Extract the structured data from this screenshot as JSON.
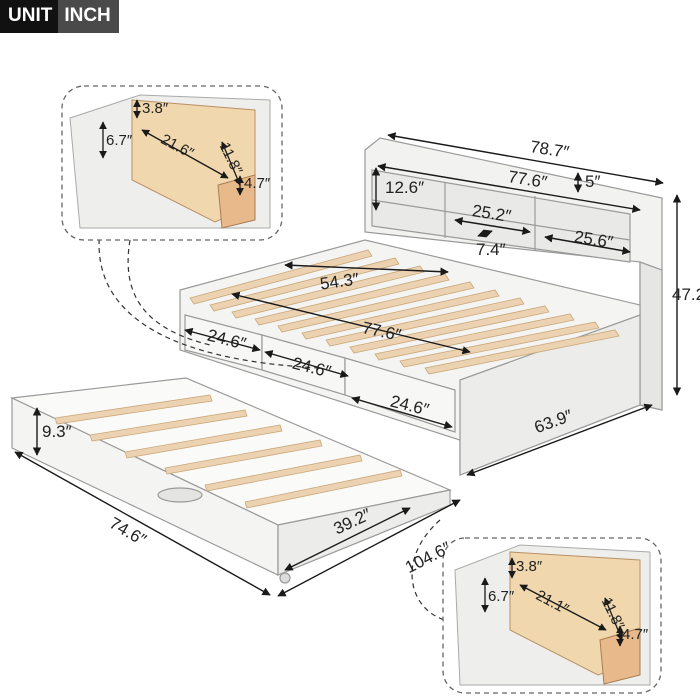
{
  "unit_badge": {
    "unit": "UNIT",
    "inch": "INCH"
  },
  "dimensions": {
    "headboard_width": "78.7″",
    "shelf_inner_width": "77.6″",
    "shelf_depth": "5″",
    "shelf_height": "12.6″",
    "middle_shelf_width": "25.2″",
    "middle_shelf_gap": "7.4″",
    "right_shelf_width": "25.6″",
    "total_height": "47.2″",
    "mattress_width": "54.3″",
    "mattress_length": "77.6″",
    "drawer_1": "24.6″",
    "drawer_2": "24.6″",
    "drawer_3": "24.6″",
    "bed_depth": "63.9″",
    "trundle_height": "9.3″",
    "trundle_length": "74.6″",
    "trundle_width": "39.2″",
    "total_length": "104.6″"
  },
  "drawer_detail_top": {
    "depth": "3.8″",
    "height": "6.7″",
    "length": "21.6″",
    "width": "11.8″",
    "front": "4.7″"
  },
  "drawer_detail_bottom": {
    "depth": "3.8″",
    "height": "6.7″",
    "length": "21.1″",
    "width": "11.8″",
    "front": "4.7″"
  },
  "colors": {
    "frame": "#f2f2f0",
    "outline": "#9a9a9a",
    "slat": "#ecd2b0",
    "line": "#1a1a1a"
  }
}
